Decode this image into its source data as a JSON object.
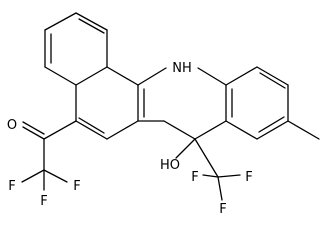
{
  "diagram": {
    "type": "chemical-structure",
    "background": "#ffffff",
    "line_color": "#000000",
    "atom_labels": {
      "nh": "NH",
      "oxygen": "O",
      "hydroxyl": "HO",
      "f_ketone_left": "F",
      "f_ketone_right": "F",
      "f_ketone_bottom": "F",
      "f_cf3_left": "F",
      "f_cf3_right": "F",
      "f_cf3_bottom": "F"
    }
  }
}
